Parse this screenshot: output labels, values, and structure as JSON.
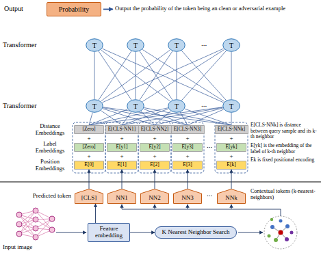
{
  "diagram": {
    "nodes": [
      {
        "text": [
          "Probability"
        ]
      },
      {
        "text": [
          "T"
        ]
      },
      {
        "text": [
          "T"
        ]
      },
      {
        "text": [
          "T"
        ]
      },
      {
        "text": [
          "T"
        ]
      },
      {
        "text": [
          "T"
        ]
      },
      {
        "text": [
          "T"
        ]
      },
      {
        "text": [
          "T"
        ]
      },
      {
        "text": [
          "T"
        ]
      },
      {
        "text": [
          "[Zero]"
        ]
      },
      {
        "text": [
          "E[CLS-NN1]"
        ]
      },
      {
        "text": [
          "E[CLS-NN2]"
        ]
      },
      {
        "text": [
          "E[CLS-NN3]"
        ]
      },
      {
        "text": [
          "E[CLS-NNk]"
        ]
      },
      {
        "text": [
          "[Zero]"
        ]
      },
      {
        "text": [
          "E[y1]"
        ]
      },
      {
        "text": [
          "E[y2]"
        ]
      },
      {
        "text": [
          "E[y3]"
        ]
      },
      {
        "text": [
          "E[yk]"
        ]
      },
      {
        "text": [
          "E[0]"
        ]
      },
      {
        "text": [
          "E[1]"
        ]
      },
      {
        "text": [
          "E[2]"
        ]
      },
      {
        "text": [
          "E[3]"
        ]
      },
      {
        "text": [
          "E[k]"
        ]
      },
      {
        "text": [
          "[CLS]"
        ]
      },
      {
        "text": [
          "NN1"
        ]
      },
      {
        "text": [
          "NN2"
        ]
      },
      {
        "text": [
          "NN3"
        ]
      },
      {
        "text": [
          "NNk"
        ]
      },
      {
        "text": [
          "Feature embedding"
        ]
      },
      {
        "text": [
          "K Nearest Neighbor Search"
        ]
      }
    ],
    "edges": [
      {
        "from": 5,
        "to": 1,
        "arrow": "none"
      },
      {
        "from": 5,
        "to": 2,
        "arrow": "none"
      },
      {
        "from": 5,
        "to": 3,
        "arrow": "none"
      },
      {
        "from": 5,
        "to": 4,
        "arrow": "none"
      },
      {
        "from": 6,
        "to": 1,
        "arrow": "none"
      },
      {
        "from": 6,
        "to": 2,
        "arrow": "none"
      },
      {
        "from": 6,
        "to": 3,
        "arrow": "none"
      },
      {
        "from": 6,
        "to": 4,
        "arrow": "none"
      },
      {
        "from": 7,
        "to": 1,
        "arrow": "none"
      },
      {
        "from": 7,
        "to": 2,
        "arrow": "none"
      },
      {
        "from": 7,
        "to": 3,
        "arrow": "none"
      },
      {
        "from": 7,
        "to": 4,
        "arrow": "none"
      },
      {
        "from": 8,
        "to": 1,
        "arrow": "none"
      },
      {
        "from": 8,
        "to": 2,
        "arrow": "none"
      },
      {
        "from": 8,
        "to": 3,
        "arrow": "none"
      },
      {
        "from": 8,
        "to": 4,
        "arrow": "none"
      },
      {
        "from": 9,
        "to": 5,
        "arrow": "none"
      },
      {
        "from": 9,
        "to": 6,
        "arrow": "none"
      },
      {
        "from": 9,
        "to": 7,
        "arrow": "none"
      },
      {
        "from": 9,
        "to": 8,
        "arrow": "none"
      },
      {
        "from": 10,
        "to": 5,
        "arrow": "none"
      },
      {
        "from": 10,
        "to": 6,
        "arrow": "none"
      },
      {
        "from": 10,
        "to": 7,
        "arrow": "none"
      },
      {
        "from": 10,
        "to": 8,
        "arrow": "none"
      },
      {
        "from": 11,
        "to": 5,
        "arrow": "none"
      },
      {
        "from": 11,
        "to": 6,
        "arrow": "none"
      },
      {
        "from": 11,
        "to": 7,
        "arrow": "none"
      },
      {
        "from": 11,
        "to": 8,
        "arrow": "none"
      },
      {
        "from": 12,
        "to": 5,
        "arrow": "none"
      },
      {
        "from": 12,
        "to": 6,
        "arrow": "none"
      },
      {
        "from": 12,
        "to": 7,
        "arrow": "none"
      },
      {
        "from": 12,
        "to": 8,
        "arrow": "none"
      },
      {
        "from": 13,
        "to": 5,
        "arrow": "none"
      },
      {
        "from": 13,
        "to": 6,
        "arrow": "none"
      },
      {
        "from": 13,
        "to": 7,
        "arrow": "none"
      },
      {
        "from": 13,
        "to": 8,
        "arrow": "none"
      },
      {
        "from": 24,
        "to": 19,
        "arrow": "to"
      },
      {
        "from": 25,
        "to": 20,
        "arrow": "to"
      },
      {
        "from": 26,
        "to": 21,
        "arrow": "to"
      },
      {
        "from": 27,
        "to": 22,
        "arrow": "to"
      },
      {
        "from": 28,
        "to": 23,
        "arrow": "to"
      },
      {
        "from": 29,
        "to": 24,
        "arrow": "to"
      },
      {
        "from": 29,
        "to": 30,
        "arrow": "to"
      }
    ],
    "labels": [
      "Output",
      "Output the probability of the token being an clean or adversarial example",
      "Transformer",
      "...",
      "Transformer",
      "...",
      "Distance Embeddings",
      "Label Embeddings",
      "Position Embeddings",
      "+",
      "+",
      "+",
      "+",
      "+",
      "+",
      "+",
      "+",
      "+",
      "+",
      "...",
      "E[CLS-NNk] is distance between query sample and its k-th neighbor",
      "E[yk] is the embedding of the label of k-th neighbor",
      "Ek is fixed positional encoding",
      "Predicted token",
      "...",
      "Contextual tokens (k-nearest-neighbors)",
      "Input image"
    ]
  }
}
